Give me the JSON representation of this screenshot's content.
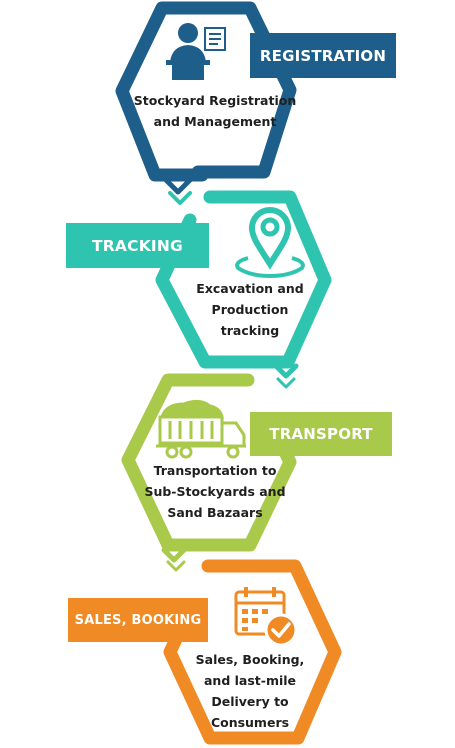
{
  "steps": [
    {
      "badge": "REGISTRATION",
      "color": "#1d5e8a",
      "icon": "registration-desk-icon",
      "lines": [
        "Stockyard Registration",
        "and Management"
      ]
    },
    {
      "badge": "TRACKING",
      "color": "#2ec4b0",
      "icon": "location-pin-icon",
      "lines": [
        "Excavation and",
        "Production",
        "tracking"
      ]
    },
    {
      "badge": "TRANSPORT",
      "color": "#a9c94a",
      "icon": "dump-truck-icon",
      "lines": [
        "Transportation to",
        "Sub-Stockyards and",
        "Sand Bazaars"
      ]
    },
    {
      "badge": "SALES, BOOKING",
      "color": "#f08a24",
      "icon": "calendar-check-icon",
      "lines": [
        "Sales, Booking,",
        "and last-mile",
        "Delivery to",
        "Consumers"
      ]
    }
  ]
}
